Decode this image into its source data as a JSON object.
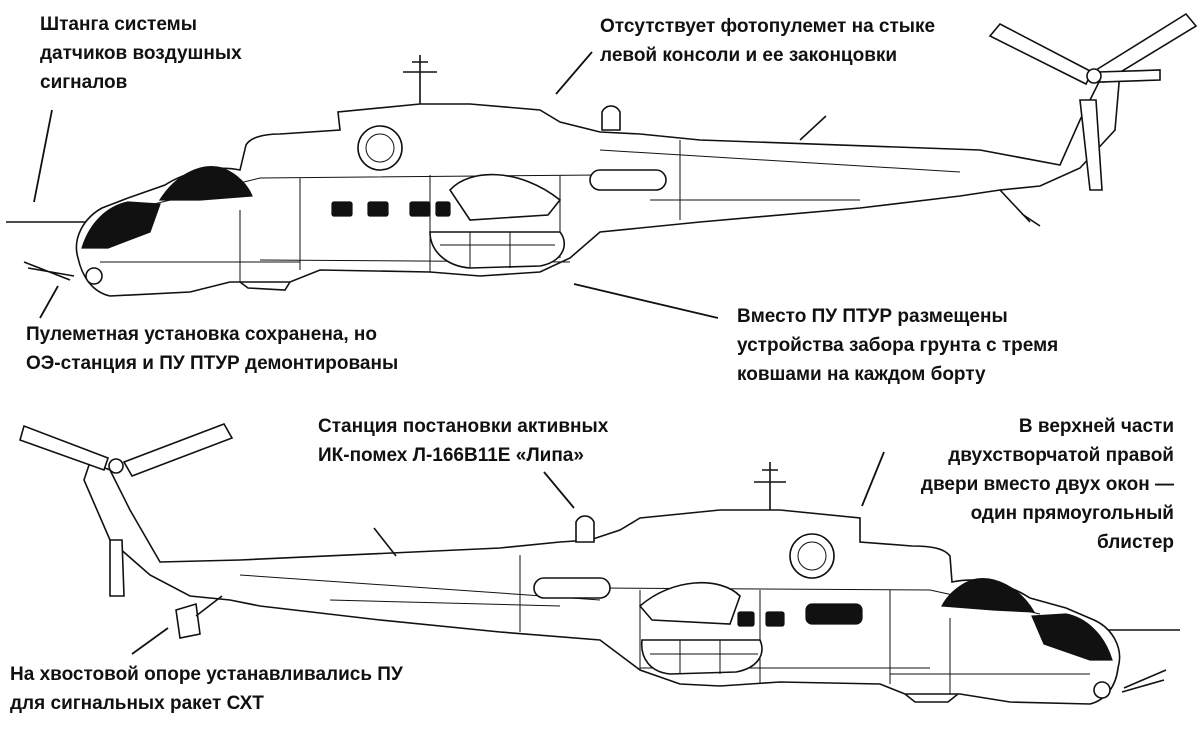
{
  "annotations": {
    "air_data_boom": [
      "Штанга системы",
      "датчиков воздушных",
      "сигналов"
    ],
    "gun_camera": [
      "Отсутствует фотопулемет на стыке",
      "левой консоли и ее законцовки"
    ],
    "gun_mount": [
      "Пулеметная установка сохранена, но",
      "ОЭ-станция и ПУ ПТУР демонтированы"
    ],
    "soil_sampler": [
      "Вместо ПУ ПТУР размещены",
      "устройства забора грунта с тремя",
      "ковшами на каждом борту"
    ],
    "ir_jammer": [
      "Станция постановки активных",
      "ИК-помех Л-166В11Е «Липа»"
    ],
    "door_blister": [
      "В верхней части",
      "двухстворчатой правой",
      "двери вместо двух окон —",
      "один прямоугольный",
      "блистер"
    ],
    "flare_launchers": [
      "На хвостовой опоре устанавливались ПУ",
      "для сигнальных ракет СХТ"
    ]
  }
}
